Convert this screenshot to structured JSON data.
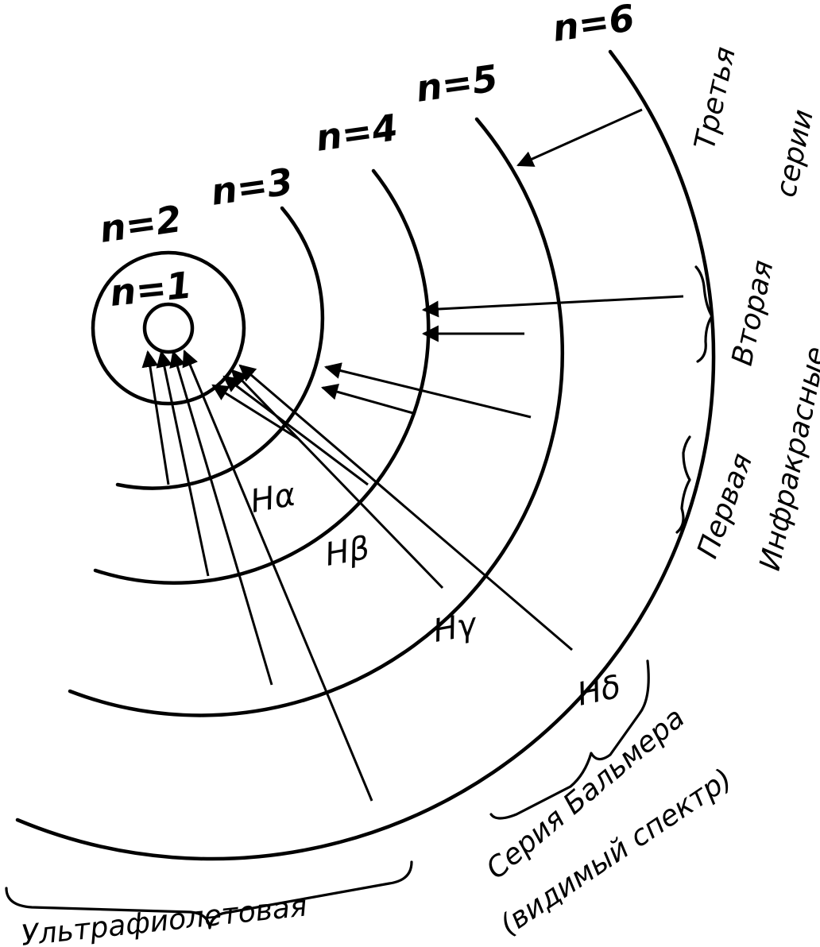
{
  "orbits": [
    {
      "id": "n1",
      "label": "n=1"
    },
    {
      "id": "n2",
      "label": "n=2"
    },
    {
      "id": "n3",
      "label": "n=3"
    },
    {
      "id": "n4",
      "label": "n=4"
    },
    {
      "id": "n5",
      "label": "n=5"
    },
    {
      "id": "n6",
      "label": "n=6"
    }
  ],
  "balmer_lines": [
    {
      "id": "h-alpha",
      "label": "Hα"
    },
    {
      "id": "h-beta",
      "label": "Hβ"
    },
    {
      "id": "h-gamma",
      "label": "Hγ"
    },
    {
      "id": "h-delta",
      "label": "Hδ"
    }
  ],
  "series": {
    "third": "Третья",
    "series_word": "серии",
    "second": "Вторая",
    "infrared": "Инфракрасные",
    "first": "Первая",
    "balmer": "Серия Бальмера",
    "visible": "(видимый спектр)",
    "ultraviolet": "Ультрафиолетовая"
  }
}
